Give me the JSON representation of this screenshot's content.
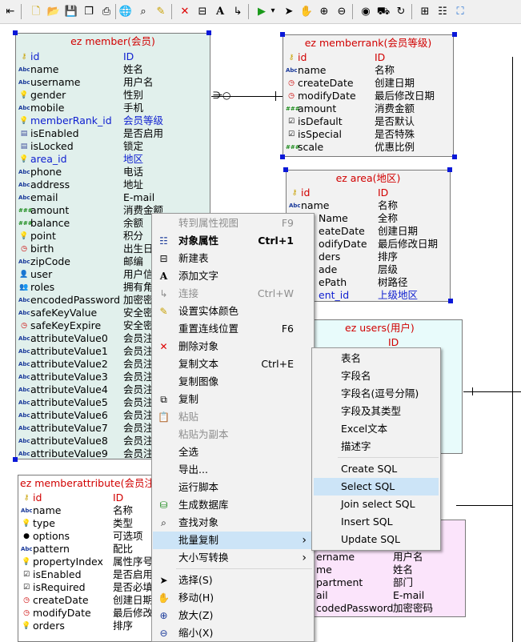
{
  "toolbar": {
    "icons": [
      "exit-icon",
      "new-icon",
      "open-icon",
      "save-icon",
      "copy-view-icon",
      "print-icon",
      "globe-icon",
      "binoculars-icon",
      "highlighter-icon",
      "delete-icon",
      "new-table-icon",
      "text-icon",
      "connector-icon",
      "run-icon",
      "dropdown-icon",
      "pointer-icon",
      "hand-icon",
      "zoom-in-icon",
      "zoom-out-icon",
      "eye-icon",
      "car-icon",
      "refresh-icon",
      "add-table-icon",
      "properties-icon",
      "fit-window-icon"
    ]
  },
  "colors": {
    "member_bg": "#e1f0ec",
    "memberrank_bg": "#f2f2f2",
    "area_bg": "#f2f2f2",
    "users_bg": "#e8fbfb",
    "memberattribute_bg": "#ffffff",
    "pink_bg": "#fbe4fb",
    "title_red": "#d10000",
    "pk_red": "#d10000",
    "fk_blue": "#1020d0",
    "menu_highlight": "#cce4f7"
  },
  "tables": {
    "member": {
      "title": "ez member(会员)",
      "rows": [
        {
          "icon": "key",
          "name": "id",
          "comment": "ID",
          "kind": "fk"
        },
        {
          "icon": "abc",
          "name": "name",
          "comment": "姓名"
        },
        {
          "icon": "abc",
          "name": "username",
          "comment": "用户名"
        },
        {
          "icon": "bulb",
          "name": "gender",
          "comment": "性别"
        },
        {
          "icon": "abc",
          "name": "mobile",
          "comment": "手机"
        },
        {
          "icon": "bulb",
          "name": "memberRank_id",
          "comment": "会员等级",
          "kind": "fk"
        },
        {
          "icon": "doc",
          "name": "isEnabled",
          "comment": "是否启用"
        },
        {
          "icon": "doc",
          "name": "isLocked",
          "comment": "锁定"
        },
        {
          "icon": "bulb",
          "name": "area_id",
          "comment": "地区",
          "kind": "fk"
        },
        {
          "icon": "abc",
          "name": "phone",
          "comment": "电话"
        },
        {
          "icon": "abc",
          "name": "address",
          "comment": "地址"
        },
        {
          "icon": "abc",
          "name": "email",
          "comment": "E-mail"
        },
        {
          "icon": "hash",
          "name": "amount",
          "comment": "消费金额"
        },
        {
          "icon": "hash",
          "name": "balance",
          "comment": "余额"
        },
        {
          "icon": "bulb",
          "name": "point",
          "comment": "积分"
        },
        {
          "icon": "clock",
          "name": "birth",
          "comment": "出生日"
        },
        {
          "icon": "abc",
          "name": "zipCode",
          "comment": "邮编"
        },
        {
          "icon": "user",
          "name": "user",
          "comment": "用户信"
        },
        {
          "icon": "users",
          "name": "roles",
          "comment": "拥有角"
        },
        {
          "icon": "abc",
          "name": "encodedPassword",
          "comment": "加密密"
        },
        {
          "icon": "abc",
          "name": "safeKeyValue",
          "comment": "安全密"
        },
        {
          "icon": "clock",
          "name": "safeKeyExpire",
          "comment": "安全密"
        },
        {
          "icon": "abc",
          "name": "attributeValue0",
          "comment": "会员注"
        },
        {
          "icon": "abc",
          "name": "attributeValue1",
          "comment": "会员注"
        },
        {
          "icon": "abc",
          "name": "attributeValue2",
          "comment": "会员注"
        },
        {
          "icon": "abc",
          "name": "attributeValue3",
          "comment": "会员注"
        },
        {
          "icon": "abc",
          "name": "attributeValue4",
          "comment": "会员注"
        },
        {
          "icon": "abc",
          "name": "attributeValue5",
          "comment": "会员注"
        },
        {
          "icon": "abc",
          "name": "attributeValue6",
          "comment": "会员注"
        },
        {
          "icon": "abc",
          "name": "attributeValue7",
          "comment": "会员注"
        },
        {
          "icon": "abc",
          "name": "attributeValue8",
          "comment": "会员注"
        },
        {
          "icon": "abc",
          "name": "attributeValue9",
          "comment": "会员注"
        }
      ]
    },
    "memberrank": {
      "title": "ez memberrank(会员等级)",
      "rows": [
        {
          "icon": "key",
          "name": "id",
          "comment": "ID",
          "kind": "pk"
        },
        {
          "icon": "abc",
          "name": "name",
          "comment": "名称"
        },
        {
          "icon": "clock",
          "name": "createDate",
          "comment": "创建日期"
        },
        {
          "icon": "clock",
          "name": "modifyDate",
          "comment": "最后修改日期"
        },
        {
          "icon": "hash",
          "name": "amount",
          "comment": "消费金额"
        },
        {
          "icon": "check",
          "name": "isDefault",
          "comment": "是否默认"
        },
        {
          "icon": "check",
          "name": "isSpecial",
          "comment": "是否特殊"
        },
        {
          "icon": "hash",
          "name": "scale",
          "comment": "优惠比例"
        }
      ]
    },
    "area": {
      "title": "ez area(地区)",
      "rows": [
        {
          "icon": "key",
          "name": "id",
          "comment": "ID",
          "kind": "pk"
        },
        {
          "icon": "abc",
          "name": "name",
          "comment": "名称"
        },
        {
          "icon": "abc",
          "name": "fullName",
          "comment": "全称"
        },
        {
          "icon": "clock",
          "name": "createDate",
          "comment": "创建日期"
        },
        {
          "icon": "clock",
          "name": "modifyDate",
          "comment": "最后修改日期"
        },
        {
          "icon": "bulb",
          "name": "orders",
          "comment": "排序"
        },
        {
          "icon": "bulb",
          "name": "grade",
          "comment": "层级"
        },
        {
          "icon": "abc",
          "name": "treePath",
          "comment": "树路径"
        },
        {
          "icon": "bulb",
          "name": "parent_id",
          "comment": "上级地区",
          "kind": "fk"
        }
      ],
      "visible_name_tails": [
        "id",
        "name",
        "Name",
        "eateDate",
        "odifyDate",
        "ders",
        "ade",
        "ePath",
        "ent_id"
      ]
    },
    "users": {
      "title": "ez users(用户)",
      "row0": "ID"
    },
    "memberattribute": {
      "title": "ez memberattribute(会员注",
      "rows": [
        {
          "icon": "key",
          "name": "id",
          "comment": "ID",
          "kind": "pk"
        },
        {
          "icon": "abc",
          "name": "name",
          "comment": "名称"
        },
        {
          "icon": "bulb",
          "name": "type",
          "comment": "类型"
        },
        {
          "icon": "dot",
          "name": "options",
          "comment": "可选项"
        },
        {
          "icon": "abc",
          "name": "pattern",
          "comment": "配比"
        },
        {
          "icon": "bulb",
          "name": "propertyIndex",
          "comment": "属性序号"
        },
        {
          "icon": "check",
          "name": "isEnabled",
          "comment": "是否启用"
        },
        {
          "icon": "check",
          "name": "isRequired",
          "comment": "是否必填"
        },
        {
          "icon": "clock",
          "name": "createDate",
          "comment": "创建日期"
        },
        {
          "icon": "clock",
          "name": "modifyDate",
          "comment": "最后修改"
        },
        {
          "icon": "bulb",
          "name": "orders",
          "comment": "排序"
        }
      ]
    },
    "pink": {
      "rows": [
        {
          "name": "ername",
          "comment": "用户名"
        },
        {
          "name": "me",
          "comment": "姓名"
        },
        {
          "name": "partment",
          "comment": "部门"
        },
        {
          "name": "ail",
          "comment": "E-mail"
        },
        {
          "name": "codedPassword",
          "comment": "加密密码"
        }
      ]
    }
  },
  "context_menu": {
    "items": [
      {
        "label": "转到属性视图",
        "shortcut": "F9",
        "disabled": true
      },
      {
        "label": "对象属性",
        "shortcut": "Ctrl+1",
        "bold": true,
        "icon": "properties-icon"
      },
      {
        "label": "新建表",
        "icon": "new-table-icon"
      },
      {
        "label": "添加文字",
        "icon": "text-icon"
      },
      {
        "label": "连接",
        "shortcut": "Ctrl+W",
        "disabled": true,
        "icon": "connector-icon"
      },
      {
        "label": "设置实体颜色",
        "icon": "color-icon"
      },
      {
        "label": "重置连线位置",
        "shortcut": "F6"
      },
      {
        "label": "删除对象",
        "icon": "delete-icon"
      },
      {
        "label": "复制文本",
        "shortcut": "Ctrl+E"
      },
      {
        "label": "复制图像"
      },
      {
        "label": "复制",
        "icon": "copy-icon"
      },
      {
        "label": "粘贴",
        "disabled": true,
        "icon": "paste-icon"
      },
      {
        "label": "粘贴为副本",
        "disabled": true
      },
      {
        "label": "全选"
      },
      {
        "label": "导出..."
      },
      {
        "label": "运行脚本"
      },
      {
        "label": "生成数据库",
        "icon": "database-icon"
      },
      {
        "label": "查找对象",
        "icon": "binoculars-icon"
      },
      {
        "label": "批量复制",
        "submenu": true,
        "highlighted": true
      },
      {
        "label": "大小写转换",
        "submenu": true
      },
      {
        "label": "选择(S)",
        "icon": "pointer-icon"
      },
      {
        "label": "移动(H)",
        "icon": "hand-icon"
      },
      {
        "label": "放大(Z)",
        "icon": "zoom-in-icon"
      },
      {
        "label": "缩小(X)",
        "icon": "zoom-out-icon"
      }
    ]
  },
  "submenu": {
    "items": [
      {
        "label": "表名"
      },
      {
        "label": "字段名"
      },
      {
        "label": "字段名(逗号分隔)"
      },
      {
        "label": "字段及其类型"
      },
      {
        "label": "Excel文本"
      },
      {
        "label": "描述字"
      },
      {
        "label": "Create SQL"
      },
      {
        "label": "Select SQL",
        "highlighted": true
      },
      {
        "label": "Join select SQL"
      },
      {
        "label": "Insert SQL"
      },
      {
        "label": "Update SQL"
      }
    ]
  }
}
